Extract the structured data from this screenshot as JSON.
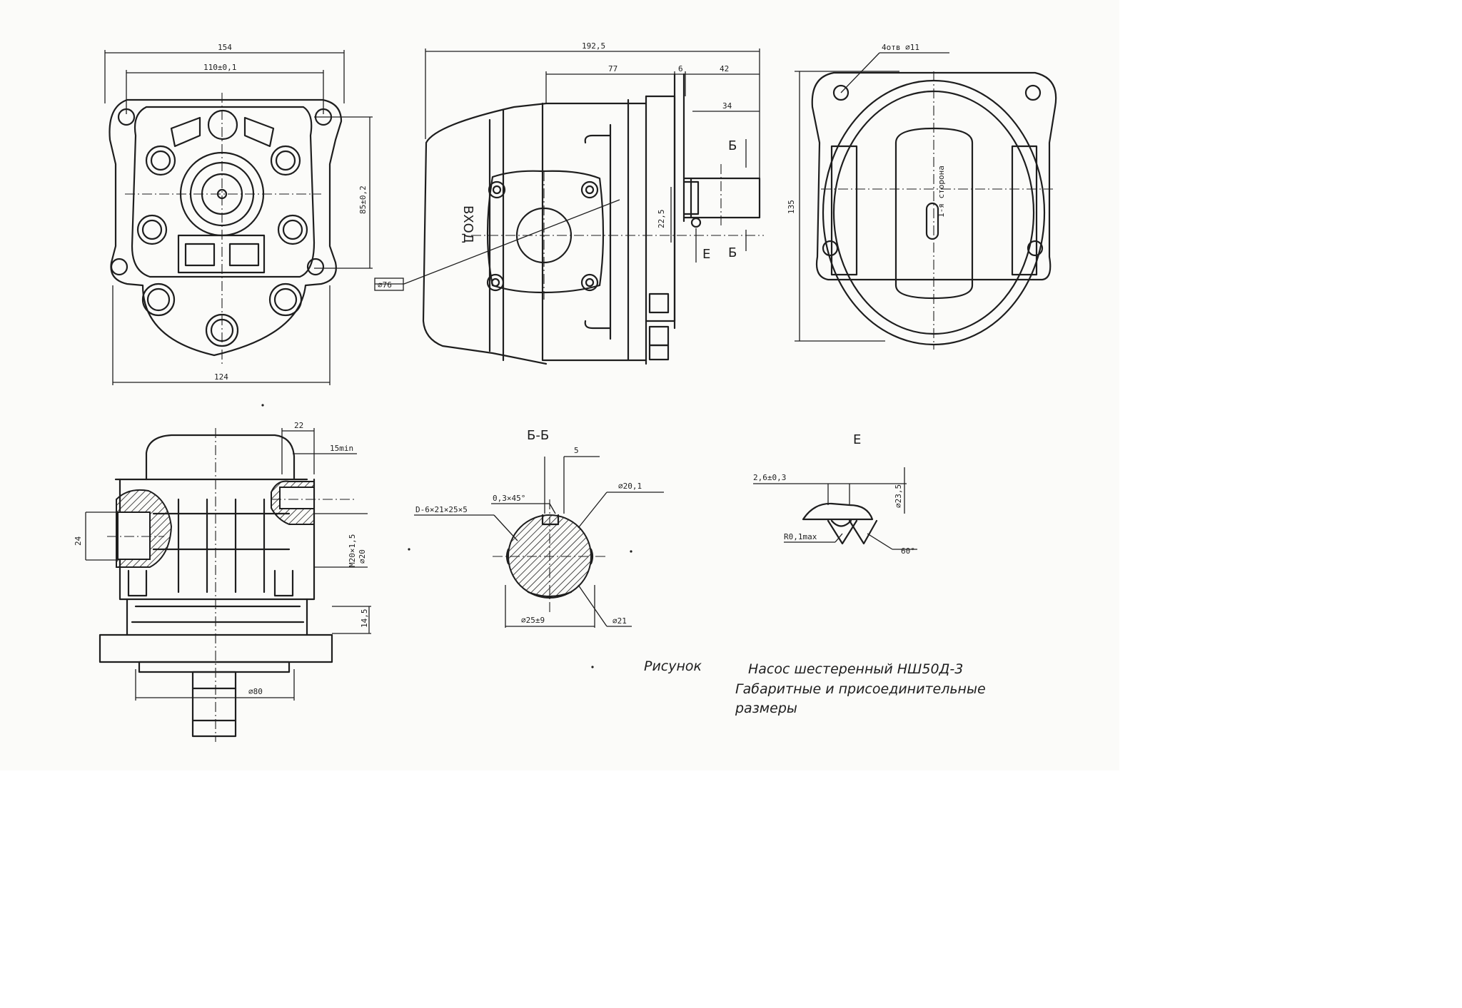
{
  "views": {
    "front": {
      "dim_total_width": "154",
      "dim_hole_spacing": "110±0,1",
      "dim_height": "85±0,2",
      "dim_bottom_width": "124"
    },
    "side": {
      "dim_total_length": "192,5",
      "dim_body": "77",
      "dim_flange": "6",
      "dim_shaft_len": "42",
      "dim_shaft_part": "34",
      "dim_spline": "22,5",
      "dim_pilot": "⌀76",
      "section_mark_b_top": "Б",
      "section_mark_b_bottom": "Б",
      "section_mark_e": "Е",
      "flow_label": "ВХОД"
    },
    "rear": {
      "dim_holes": "4отв ⌀11",
      "dim_height": "135",
      "arrow_label": "1-я сторона"
    },
    "bottom": {
      "dim_top": "22",
      "dim_port_depth": "15min",
      "dim_port_left": "24",
      "dim_thread": "М20×1,5",
      "dim_port_right": "⌀20",
      "dim_flange_thk": "14,5",
      "dim_spigot": "⌀80"
    },
    "section_bb": {
      "title": "Б-Б",
      "dim_key_width": "5",
      "dim_outer_dia": "⌀20,1",
      "dim_chamfer": "0,3×45°",
      "dim_spline_spec": "D-6×21×25×5",
      "dim_bottom_dia": "⌀25±9",
      "dim_inner_dia": "⌀21"
    },
    "detail_e": {
      "title": "Е",
      "dim_thread_depth": "2,6±0,3",
      "dim_thread_dia": "⌀23,5",
      "dim_radius": "R0,1max",
      "dim_angle": "60°"
    }
  },
  "caption": {
    "label": "Рисунок",
    "title": "Насос шестеренный НШ50Д-3",
    "line2": "Габаритные и присоединительные",
    "line3": "размеры"
  }
}
